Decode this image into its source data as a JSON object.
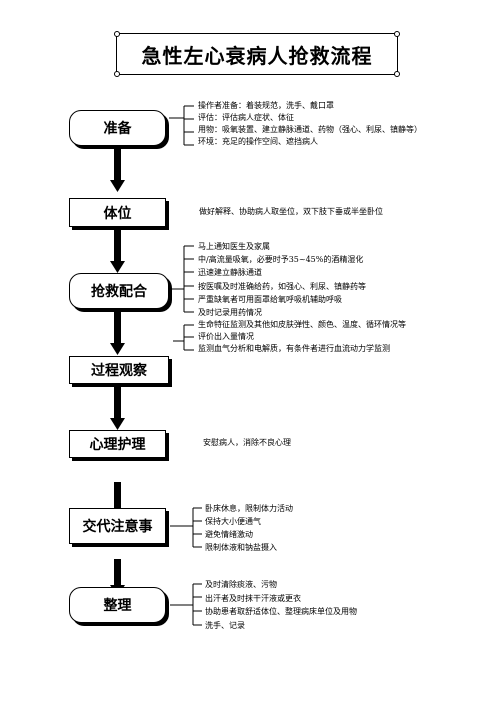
{
  "title": "急性左心衰病人抢救流程",
  "steps": [
    {
      "label": "准备",
      "items": [
        "操作者准备：着装规范，洗手、戴口罩",
        "评估：评估病人症状、体征",
        "用物：吸氧装置、建立静脉通道、药物（强心、利尿、镇静等）",
        "环境：充足的操作空间、遮挡病人"
      ]
    },
    {
      "label": "体位",
      "items": [
        "做好解释、协助病人取坐位，双下肢下垂或半坐卧位"
      ]
    },
    {
      "label": "抢救配合",
      "items": [
        "马上通知医生及家属",
        "中/高流量吸氧，必要时予35~45%的酒精湿化",
        "迅速建立静脉通道",
        "按医嘱及时准确给药，如强心、利尿、镇静药等",
        "严重缺氧者可用面罩给氧呼吸机辅助呼吸",
        "及时记录用药情况"
      ]
    },
    {
      "label": "过程观察",
      "items": [
        "生命特征监测及其他如皮肤弹性、颜色、温度、循环情况等",
        "评价出入量情况",
        "监测血气分析和电解质，有条件者进行血流动力学监测"
      ]
    },
    {
      "label": "心理护理",
      "items": [
        "安慰病人，消除不良心理"
      ]
    },
    {
      "label": "交代注意事",
      "items": [
        "卧床休息，限制体力活动",
        "保持大小便通气",
        "避免情绪激动",
        "限制体液和钠盐摄入"
      ]
    },
    {
      "label": "整理",
      "items": [
        "及时清除痰液、污物",
        "出汗者及时抹干汗液或更衣",
        "协助患者取舒适体位、整理病床单位及用物",
        "洗手、记录"
      ]
    }
  ]
}
